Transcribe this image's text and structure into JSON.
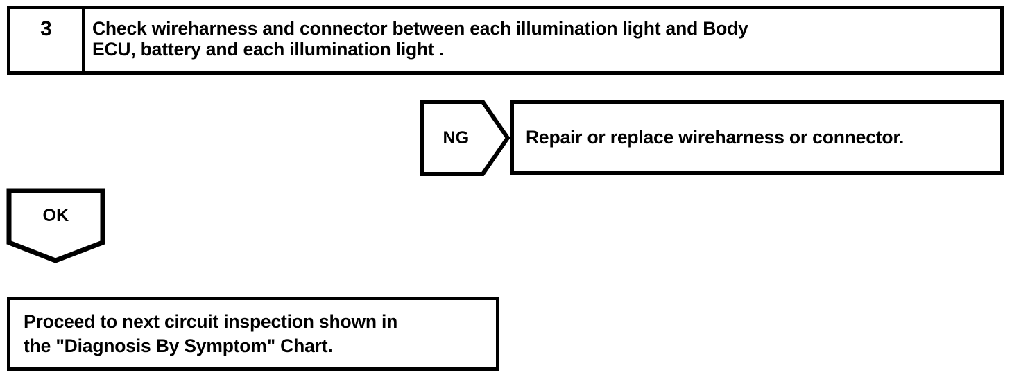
{
  "diagram": {
    "type": "troubleshooting-flowchart",
    "step": {
      "number": "3",
      "instruction": "Check wireharness and connector between each illumination light and Body\nECU, battery and each illumination light ."
    },
    "branches": [
      {
        "label": "NG",
        "direction": "right",
        "result": "Repair or replace wireharness or connector."
      },
      {
        "label": "OK",
        "direction": "down",
        "result": "Proceed to next circuit inspection shown in\nthe \"Diagnosis By Symptom\" Chart."
      }
    ],
    "ng_label": "NG",
    "ng_result": "Repair or replace wireharness or connector.",
    "ok_label": "OK",
    "ok_result": "Proceed to next circuit inspection shown in\nthe \"Diagnosis By Symptom\" Chart.",
    "colors": {
      "ink": "#000000",
      "paper": "#ffffff"
    }
  }
}
